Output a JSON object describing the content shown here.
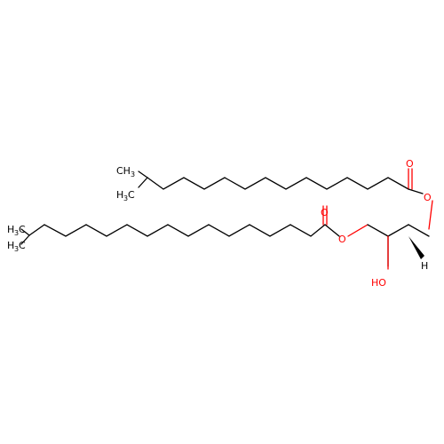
{
  "colors": {
    "carbon": "#000000",
    "oxygen": "#ff0000",
    "background": "#ffffff"
  },
  "labels": {
    "ch3": "CH",
    "three": "3",
    "h3c": "H",
    "h3c_c": "C",
    "o": "O",
    "ho": "HO",
    "h": "H"
  }
}
